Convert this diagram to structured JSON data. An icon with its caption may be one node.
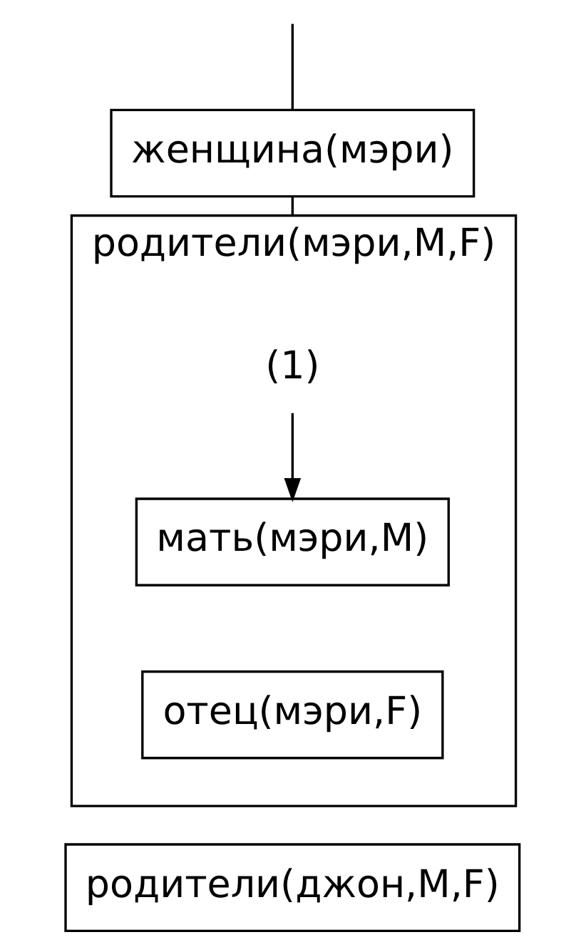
{
  "diagram": {
    "nodes": [
      {
        "text": [
          "женщина(мэри)"
        ]
      },
      {
        "text": [
          "родители(мэри,M,F)"
        ]
      },
      {
        "text": [
          "(1)"
        ],
        "in": 1
      },
      {
        "text": [
          "мать(мэри,M)"
        ],
        "in": 1
      },
      {
        "text": [
          "отец(мэри,F)"
        ],
        "in": 1
      },
      {
        "text": [
          "родители(джон,M,F)"
        ]
      }
    ],
    "edges": [
      {
        "from": null,
        "to": 0,
        "arrow": "none"
      },
      {
        "from": 0,
        "to": 1,
        "arrow": "none"
      },
      {
        "from": 2,
        "to": 3,
        "arrow": "to"
      }
    ]
  }
}
